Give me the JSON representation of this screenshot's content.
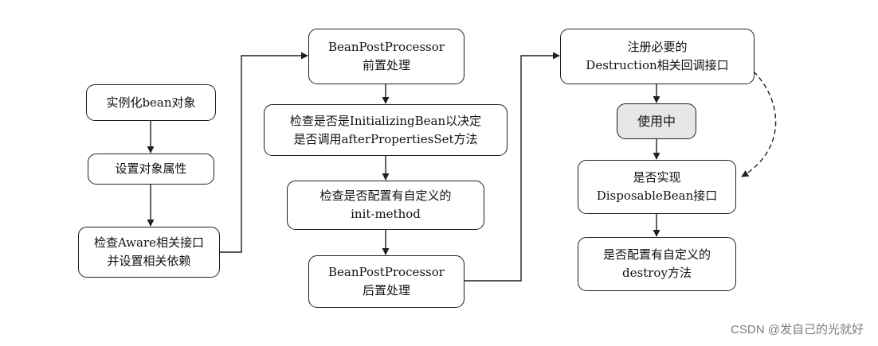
{
  "diagram": {
    "nodes": {
      "instantiate": [
        "实例化bean对象"
      ],
      "set_props": [
        "设置对象属性"
      ],
      "aware": [
        "检查Aware相关接口",
        "并设置相关依赖"
      ],
      "bpp_before": [
        "BeanPostProcessor",
        "前置处理"
      ],
      "initializing_bean": [
        "检查是否是InitializingBean以决定",
        "是否调用afterPropertiesSet方法"
      ],
      "init_method": [
        "检查是否配置有自定义的",
        "init-method"
      ],
      "bpp_after": [
        "BeanPostProcessor",
        "后置处理"
      ],
      "destruction_register": [
        "注册必要的",
        "Destruction相关回调接口"
      ],
      "in_use": [
        "使用中"
      ],
      "disposable": [
        "是否实现",
        "DisposableBean接口"
      ],
      "destroy_method": [
        "是否配置有自定义的",
        "destroy方法"
      ]
    },
    "colors": {
      "stroke": "#1f1f1f",
      "active_fill": "#e6e6e6",
      "watermark": "#7d7d7d"
    }
  },
  "watermark": "CSDN @发自己的光就好"
}
